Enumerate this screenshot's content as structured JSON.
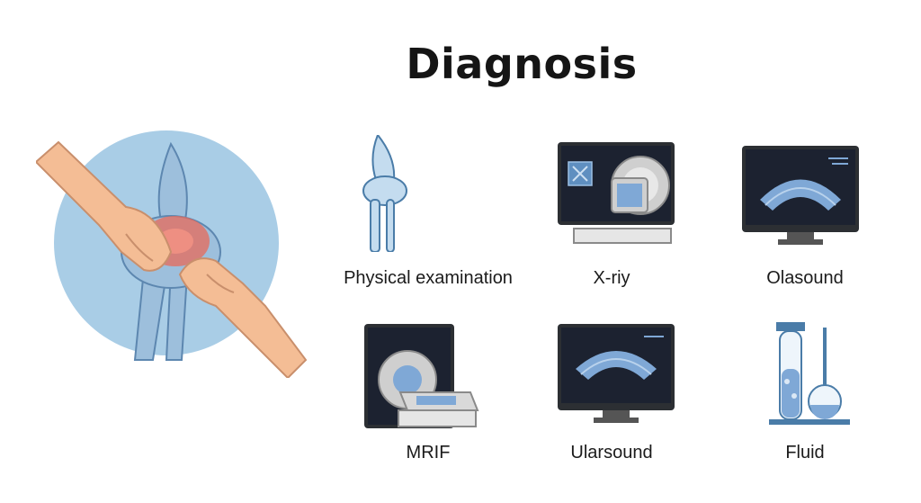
{
  "title": "Diagnosis",
  "items": [
    {
      "label": "Physical examination",
      "icon": "knee-joint-icon"
    },
    {
      "label": "X-riy",
      "icon": "xray-machine-icon"
    },
    {
      "label": "Olasound",
      "icon": "ultrasound-monitor-icon"
    },
    {
      "label": "MRIF",
      "icon": "mri-scanner-icon"
    },
    {
      "label": "Ularsound",
      "icon": "ultrasound-monitor-icon"
    },
    {
      "label": "Fluid",
      "icon": "lab-tubes-icon"
    }
  ],
  "colors": {
    "circle_bg": "#a9cde6",
    "skin": "#f4bd95",
    "bone": "#9dbfdc",
    "inflammation": "#e86a5a",
    "monitor": "#2c2f33",
    "screen": "#1c2230",
    "scan_blue": "#7fa8d6"
  }
}
